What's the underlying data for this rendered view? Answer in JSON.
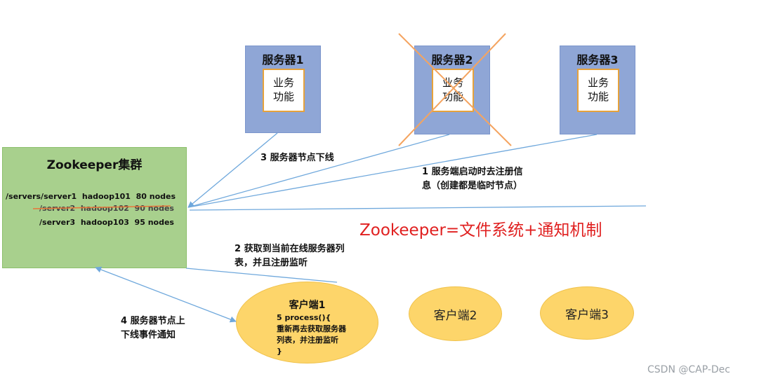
{
  "servers": [
    {
      "title": "服务器1",
      "biz_line1": "业务",
      "biz_line2": "功能"
    },
    {
      "title": "服务器2",
      "biz_line1": "业务",
      "biz_line2": "功能"
    },
    {
      "title": "服务器3",
      "biz_line1": "业务",
      "biz_line2": "功能"
    }
  ],
  "zookeeper": {
    "title": "Zookeeper集群",
    "rows": [
      "/servers/server1  hadoop101  80 nodes",
      "/server2  hadoop102  90 nodes",
      "/server3  hadoop103  95 nodes"
    ]
  },
  "labels": {
    "step3": "3 服务器节点下线",
    "step1_line1": "1  服务端启动时去注册信",
    "step1_line2": "息（创建都是临时节点）",
    "step2_line1": "2  获取到当前在线服务器列",
    "step2_line2": "表，并且注册监听",
    "step4_line1": "4  服务器节点上",
    "step4_line2": "下线事件通知"
  },
  "headline": "Zookeeper=文件系统+通知机制",
  "clients": {
    "client1": {
      "title": "客户端1",
      "line1": "5 process(){",
      "line2": "重新再去获取服务器",
      "line3": "列表，并注册监听",
      "line4": "}"
    },
    "client2": "客户端2",
    "client3": "客户端3"
  },
  "watermark": "CSDN @CAP-Dec",
  "colors": {
    "server_fill": "#8fa6d6",
    "biz_border": "#e6a23c",
    "zk_fill": "#a8d08d",
    "client_fill": "#fdd56a",
    "cross": "#f4a460",
    "arrow": "#6fa8dc",
    "headline": "#e02020"
  }
}
